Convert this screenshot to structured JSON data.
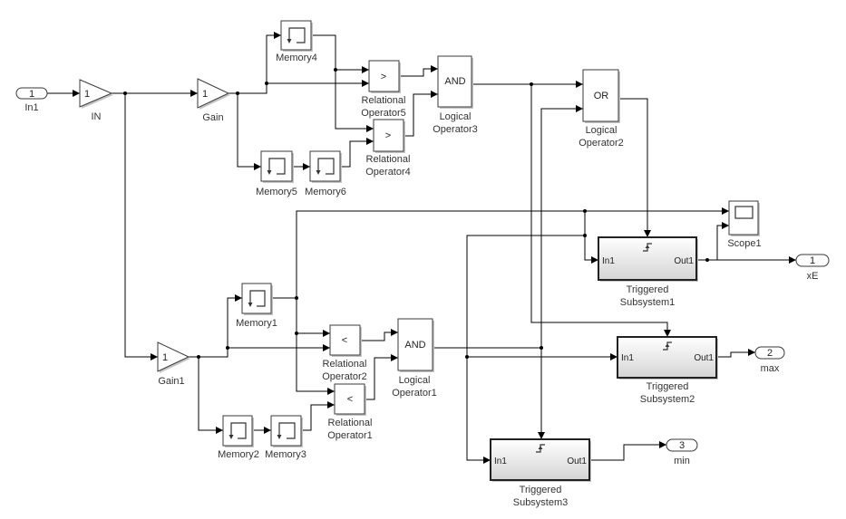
{
  "colors": {
    "signal_line": "#000000",
    "block_border": "#3a3a3a",
    "block_fill": "#ffffff",
    "block_shadow": "#c4c4c4",
    "label_text": "#333333",
    "subsystem_gradient_top": "#ffffff",
    "subsystem_gradient_bottom": "#d4d4d4"
  },
  "blocks": {
    "in1": {
      "type": "Inport",
      "port_number": "1",
      "name": "In1"
    },
    "gain_in": {
      "type": "Gain",
      "value": "1",
      "name": "IN"
    },
    "gain": {
      "type": "Gain",
      "value": "1",
      "name": "Gain"
    },
    "gain1": {
      "type": "Gain",
      "value": "1",
      "name": "Gain1"
    },
    "memory1": {
      "type": "Memory",
      "icon": "memory-delay-icon",
      "name": "Memory1"
    },
    "memory2": {
      "type": "Memory",
      "icon": "memory-delay-icon",
      "name": "Memory2"
    },
    "memory3": {
      "type": "Memory",
      "icon": "memory-delay-icon",
      "name": "Memory3"
    },
    "memory4": {
      "type": "Memory",
      "icon": "memory-delay-icon",
      "name": "Memory4"
    },
    "memory5": {
      "type": "Memory",
      "icon": "memory-delay-icon",
      "name": "Memory5"
    },
    "memory6": {
      "type": "Memory",
      "icon": "memory-delay-icon",
      "name": "Memory6"
    },
    "relop1": {
      "type": "RelationalOperator",
      "operator": "<",
      "name_lines": [
        "Relational",
        "Operator1"
      ]
    },
    "relop2": {
      "type": "RelationalOperator",
      "operator": "<",
      "name_lines": [
        "Relational",
        "Operator2"
      ]
    },
    "relop4": {
      "type": "RelationalOperator",
      "operator": ">",
      "name_lines": [
        "Relational",
        "Operator4"
      ]
    },
    "relop5": {
      "type": "RelationalOperator",
      "operator": ">",
      "name_lines": [
        "Relational",
        "Operator5"
      ]
    },
    "logop1": {
      "type": "LogicalOperator",
      "operator": "AND",
      "name_lines": [
        "Logical",
        "Operator1"
      ]
    },
    "logop2": {
      "type": "LogicalOperator",
      "operator": "OR",
      "name_lines": [
        "Logical",
        "Operator2"
      ]
    },
    "logop3": {
      "type": "LogicalOperator",
      "operator": "AND",
      "name_lines": [
        "Logical",
        "Operator3"
      ]
    },
    "ts1": {
      "type": "TriggeredSubsystem",
      "icon": "rising-edge-trigger-icon",
      "in_port": "In1",
      "out_port": "Out1",
      "name_lines": [
        "Triggered",
        "Subsystem1"
      ]
    },
    "ts2": {
      "type": "TriggeredSubsystem",
      "icon": "rising-edge-trigger-icon",
      "in_port": "In1",
      "out_port": "Out1",
      "name_lines": [
        "Triggered",
        "Subsystem2"
      ]
    },
    "ts3": {
      "type": "TriggeredSubsystem",
      "icon": "rising-edge-trigger-icon",
      "in_port": "In1",
      "out_port": "Out1",
      "name_lines": [
        "Triggered",
        "Subsystem3"
      ]
    },
    "scope1": {
      "type": "Scope",
      "icon": "scope-screen-icon",
      "name": "Scope1"
    },
    "out_xe": {
      "type": "Outport",
      "port_number": "1",
      "name": "xE"
    },
    "out_max": {
      "type": "Outport",
      "port_number": "2",
      "name": "max"
    },
    "out_min": {
      "type": "Outport",
      "port_number": "3",
      "name": "min"
    }
  }
}
